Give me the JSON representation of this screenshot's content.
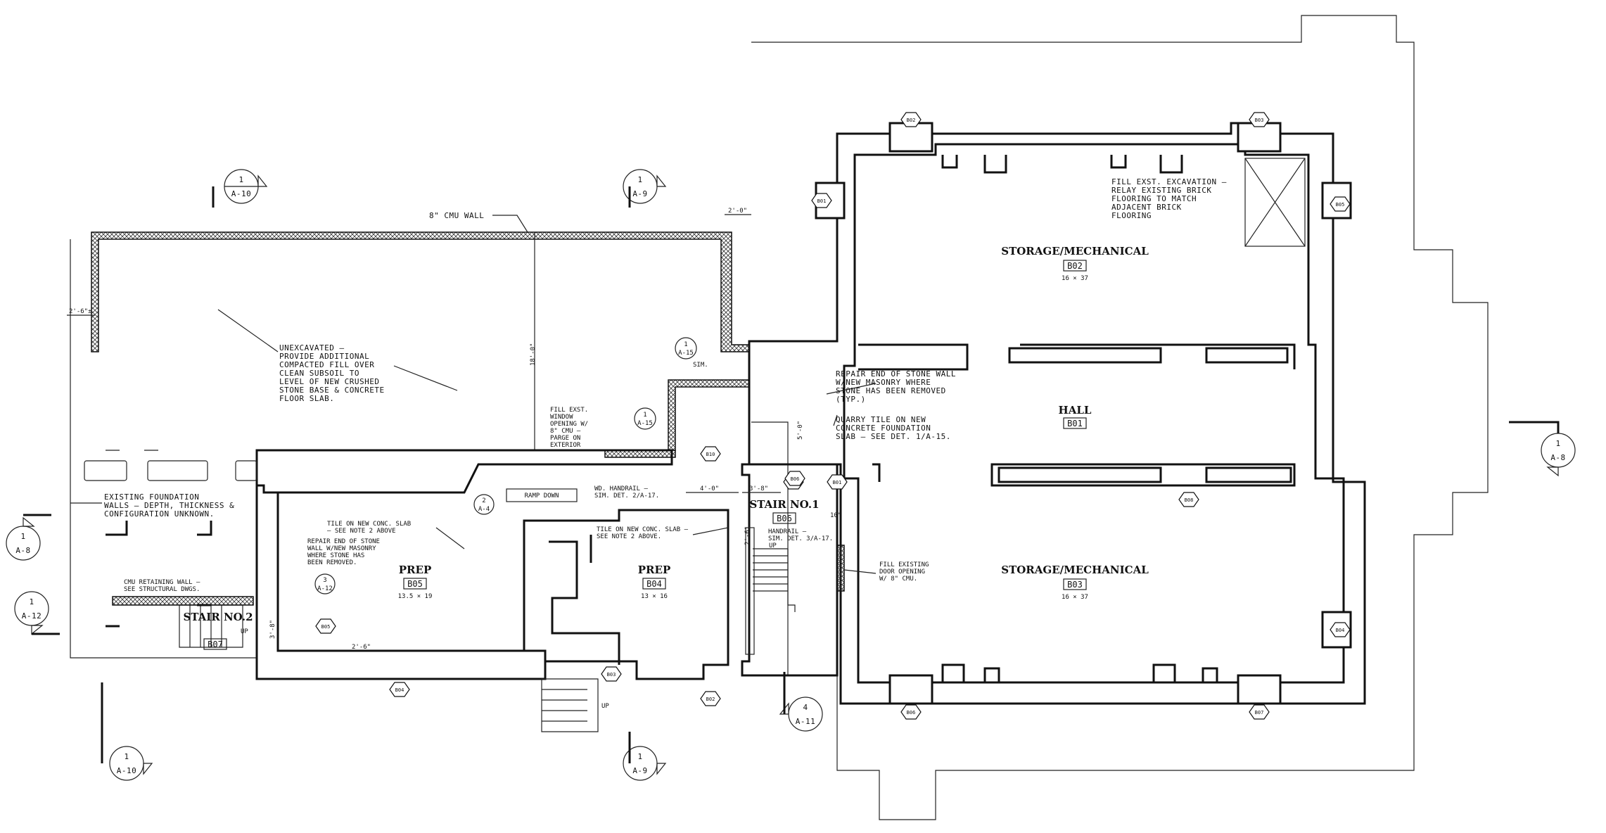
{
  "rooms": {
    "storage_top": {
      "name": "STORAGE/MECHANICAL",
      "num": "B02",
      "size": "16 × 37"
    },
    "hall": {
      "name": "HALL",
      "num": "B01"
    },
    "storage_bottom": {
      "name": "STORAGE/MECHANICAL",
      "num": "B03",
      "size": "16 × 37"
    },
    "stair1": {
      "name": "STAIR NO.1",
      "num": "B06"
    },
    "prep_left": {
      "name": "PREP",
      "num": "B05",
      "size": "13.5 × 19"
    },
    "prep_mid": {
      "name": "PREP",
      "num": "B04",
      "size": "13 × 16"
    },
    "stair2": {
      "name": "STAIR NO.2",
      "num": "B07"
    }
  },
  "section_markers": [
    {
      "id": "top-left",
      "num": "1",
      "sheet": "A-10"
    },
    {
      "id": "top-mid",
      "num": "1",
      "sheet": "A-9"
    },
    {
      "id": "bottom-left",
      "num": "1",
      "sheet": "A-10"
    },
    {
      "id": "bottom-mid",
      "num": "1",
      "sheet": "A-9"
    },
    {
      "id": "left-1",
      "num": "1",
      "sheet": "A-8"
    },
    {
      "id": "left-2",
      "num": "1",
      "sheet": "A-12"
    },
    {
      "id": "right",
      "num": "1",
      "sheet": "A-8"
    },
    {
      "id": "stair",
      "num": "4",
      "sheet": "A-11"
    }
  ],
  "detail_tags": [
    {
      "id": "a15",
      "num": "1",
      "sheet": "A-15",
      "sub": "SIM."
    },
    {
      "id": "a15b",
      "num": "1",
      "sheet": "A-15"
    },
    {
      "id": "a4",
      "num": "2",
      "sheet": "A-4"
    },
    {
      "id": "a12",
      "num": "3",
      "sheet": "A-12"
    }
  ],
  "door_tags": [
    "B02",
    "B03",
    "B01",
    "B05",
    "B04",
    "B06",
    "B07",
    "B08",
    "B09",
    "B10",
    "B05",
    "B04",
    "B03",
    "B02",
    "B01",
    "B06"
  ],
  "notes": {
    "cmu_wall": "8\" CMU WALL",
    "dim_2_0": "2'-0\"",
    "dim_2_6": "2'-6\"±",
    "dim_18_0": "18'-0\"",
    "dim_4_0": "4'-0\"",
    "dim_3_8": "3'-8\"",
    "dim_5_0": "5'-0\"",
    "dim_3_8b": "3'-8\"",
    "dim_10": "10\"",
    "dim_2_6b": "2'-6\"",
    "unexcavated": [
      "UNEXCAVATED —",
      "PROVIDE ADDITIONAL",
      "COMPACTED FILL OVER",
      "CLEAN SUBSOIL TO",
      "LEVEL OF NEW CRUSHED",
      "STONE BASE & CONCRETE",
      "FLOOR SLAB."
    ],
    "fill_window": [
      "FILL EXST.",
      "WINDOW",
      "OPENING W/",
      "8\" CMU —",
      "PARGE ON",
      "EXTERIOR"
    ],
    "repair_stone": [
      "REPAIR END OF STONE WALL",
      "W/NEW MASONRY WHERE",
      "STONE HAS BEEN REMOVED",
      "(TYP.)"
    ],
    "quarry_tile": [
      "QUARRY TILE ON NEW",
      "CONCRETE FOUNDATION",
      "SLAB — SEE DET. 1/A-15."
    ],
    "fill_excavation": [
      "FILL EXST. EXCAVATION —",
      "RELAY EXISTING BRICK",
      "FLOORING TO MATCH",
      "ADJACENT BRICK",
      "FLOORING"
    ],
    "existing_foundation": [
      "EXISTING FOUNDATION",
      "WALLS — DEPTH, THICKNESS &",
      "CONFIGURATION UNKNOWN."
    ],
    "tile_note_2": [
      "TILE ON NEW CONC. SLAB",
      "— SEE NOTE 2 ABOVE"
    ],
    "repair_stone_2": [
      "REPAIR END OF STONE",
      "WALL W/NEW MASONRY",
      "WHERE STONE HAS",
      "BEEN REMOVED."
    ],
    "cmu_retaining": [
      "CMU RETAINING WALL —",
      "SEE STRUCTURAL DWGS."
    ],
    "ramp_down": "RAMP DOWN",
    "wd_handrail": [
      "WD. HANDRAIL —",
      "SIM. DET. 2/A-17."
    ],
    "tile_note_3": [
      "TILE ON NEW CONC. SLAB —",
      "SEE NOTE 2 ABOVE."
    ],
    "handrail_2": [
      "HANDRAIL —",
      "SIM. DET. 3/A-17."
    ],
    "fill_door": [
      "FILL EXISTING",
      "DOOR OPENING",
      "W/ 8\" CMU."
    ],
    "up": "UP"
  }
}
